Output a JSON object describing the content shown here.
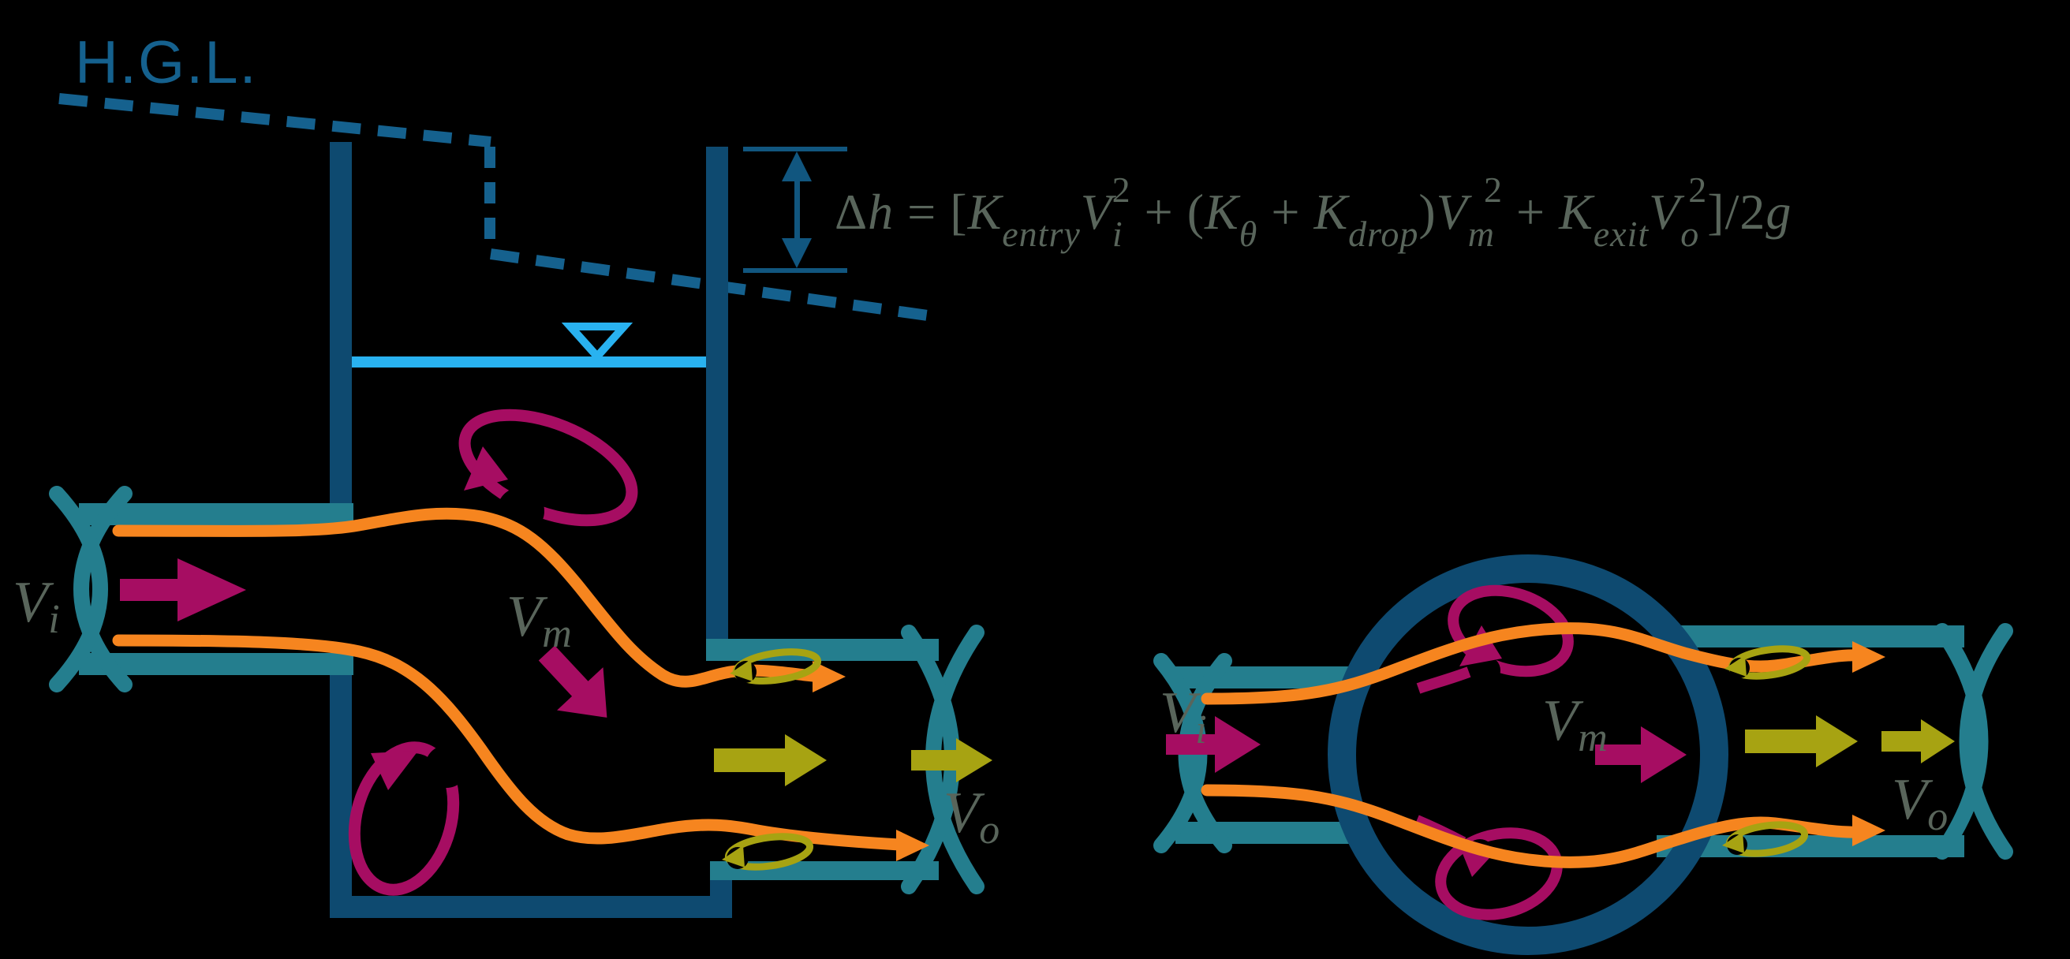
{
  "background": "#000000",
  "colors": {
    "bg": "#000000",
    "navy": "#0E4A70",
    "hglblue": "#15618E",
    "dimblue": "#11567F",
    "teal": "#247E8E",
    "cyan": "#29B2F0",
    "magenta": "#A60D62",
    "orange": "#F6851F",
    "olive": "#A7A312",
    "labelgray": "#59655B"
  },
  "hgl": {
    "label": "H.G.L."
  },
  "equation": {
    "text": "Δh = [K_entry V_i^2 + (K_θ + K_drop)V_m^2 + K_exit V_o^2]/2g",
    "segments": [
      {
        "t": "Δ",
        "style": "up"
      },
      {
        "t": "h",
        "style": "it"
      },
      {
        "t": " = [",
        "style": "up"
      },
      {
        "t": "K",
        "style": "it"
      },
      {
        "t": "entry",
        "style": "sub"
      },
      {
        "t": "V",
        "style": "it"
      },
      {
        "t": "i",
        "style": "sub"
      },
      {
        "t": "2",
        "style": "sup"
      },
      {
        "t": " + (",
        "style": "up"
      },
      {
        "t": "K",
        "style": "it"
      },
      {
        "t": "θ",
        "style": "sub"
      },
      {
        "t": " + ",
        "style": "up"
      },
      {
        "t": "K",
        "style": "it"
      },
      {
        "t": "drop",
        "style": "sub"
      },
      {
        "t": ")",
        "style": "up"
      },
      {
        "t": "V",
        "style": "it"
      },
      {
        "t": "m",
        "style": "sub"
      },
      {
        "t": "2",
        "style": "sup"
      },
      {
        "t": " + ",
        "style": "up"
      },
      {
        "t": "K",
        "style": "it"
      },
      {
        "t": "exit",
        "style": "sub"
      },
      {
        "t": "V",
        "style": "it"
      },
      {
        "t": "o",
        "style": "sub"
      },
      {
        "t": "2",
        "style": "sup"
      },
      {
        "t": "]/2",
        "style": "up"
      },
      {
        "t": "g",
        "style": "it"
      }
    ]
  },
  "left_diagram": {
    "view": "elevation view of manhole with drop between inlet and outlet pipes",
    "labels": {
      "vi": {
        "main": "V",
        "sub": "i"
      },
      "vm": {
        "main": "V",
        "sub": "m"
      },
      "vo": {
        "main": "V",
        "sub": "o"
      }
    }
  },
  "right_diagram": {
    "view": "plan view of circular manhole with inlet and outlet pipes",
    "labels": {
      "vi": {
        "main": "V",
        "sub": "i"
      },
      "vm": {
        "main": "V",
        "sub": "m"
      },
      "vo": {
        "main": "V",
        "sub": "o"
      }
    }
  }
}
